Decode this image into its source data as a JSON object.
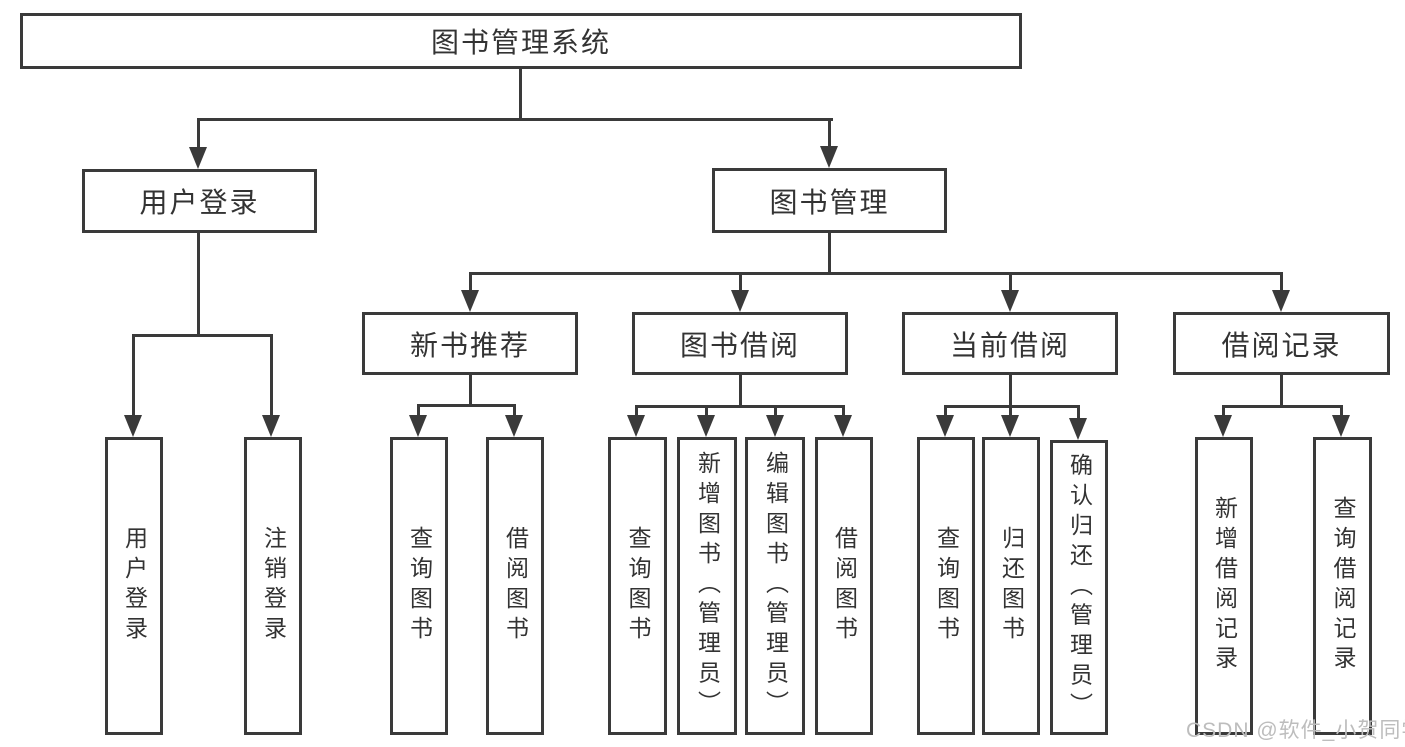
{
  "title": "图书管理系统",
  "watermark": "CSDN @软件_小贺同学",
  "colors": {
    "line": "#3a3a3a",
    "text": "#333333",
    "watermark": "#bdbdbd",
    "background": "#ffffff"
  },
  "diagram_type": "hierarchical-function-tree",
  "tree": {
    "label": "图书管理系统",
    "children": [
      {
        "label": "用户登录",
        "children": [
          {
            "label": "用户登录"
          },
          {
            "label": "注销登录"
          }
        ]
      },
      {
        "label": "图书管理",
        "children": [
          {
            "label": "新书推荐",
            "children": [
              {
                "label": "查询图书"
              },
              {
                "label": "借阅图书"
              }
            ]
          },
          {
            "label": "图书借阅",
            "children": [
              {
                "label": "查询图书"
              },
              {
                "label": "新增图书（管理员）"
              },
              {
                "label": "编辑图书（管理员）"
              },
              {
                "label": "借阅图书"
              }
            ]
          },
          {
            "label": "当前借阅",
            "children": [
              {
                "label": "查询图书"
              },
              {
                "label": "归还图书"
              },
              {
                "label": "确认归还（管理员）"
              }
            ]
          },
          {
            "label": "借阅记录",
            "children": [
              {
                "label": "新增借阅记录"
              },
              {
                "label": "查询借阅记录"
              }
            ]
          }
        ]
      }
    ]
  }
}
